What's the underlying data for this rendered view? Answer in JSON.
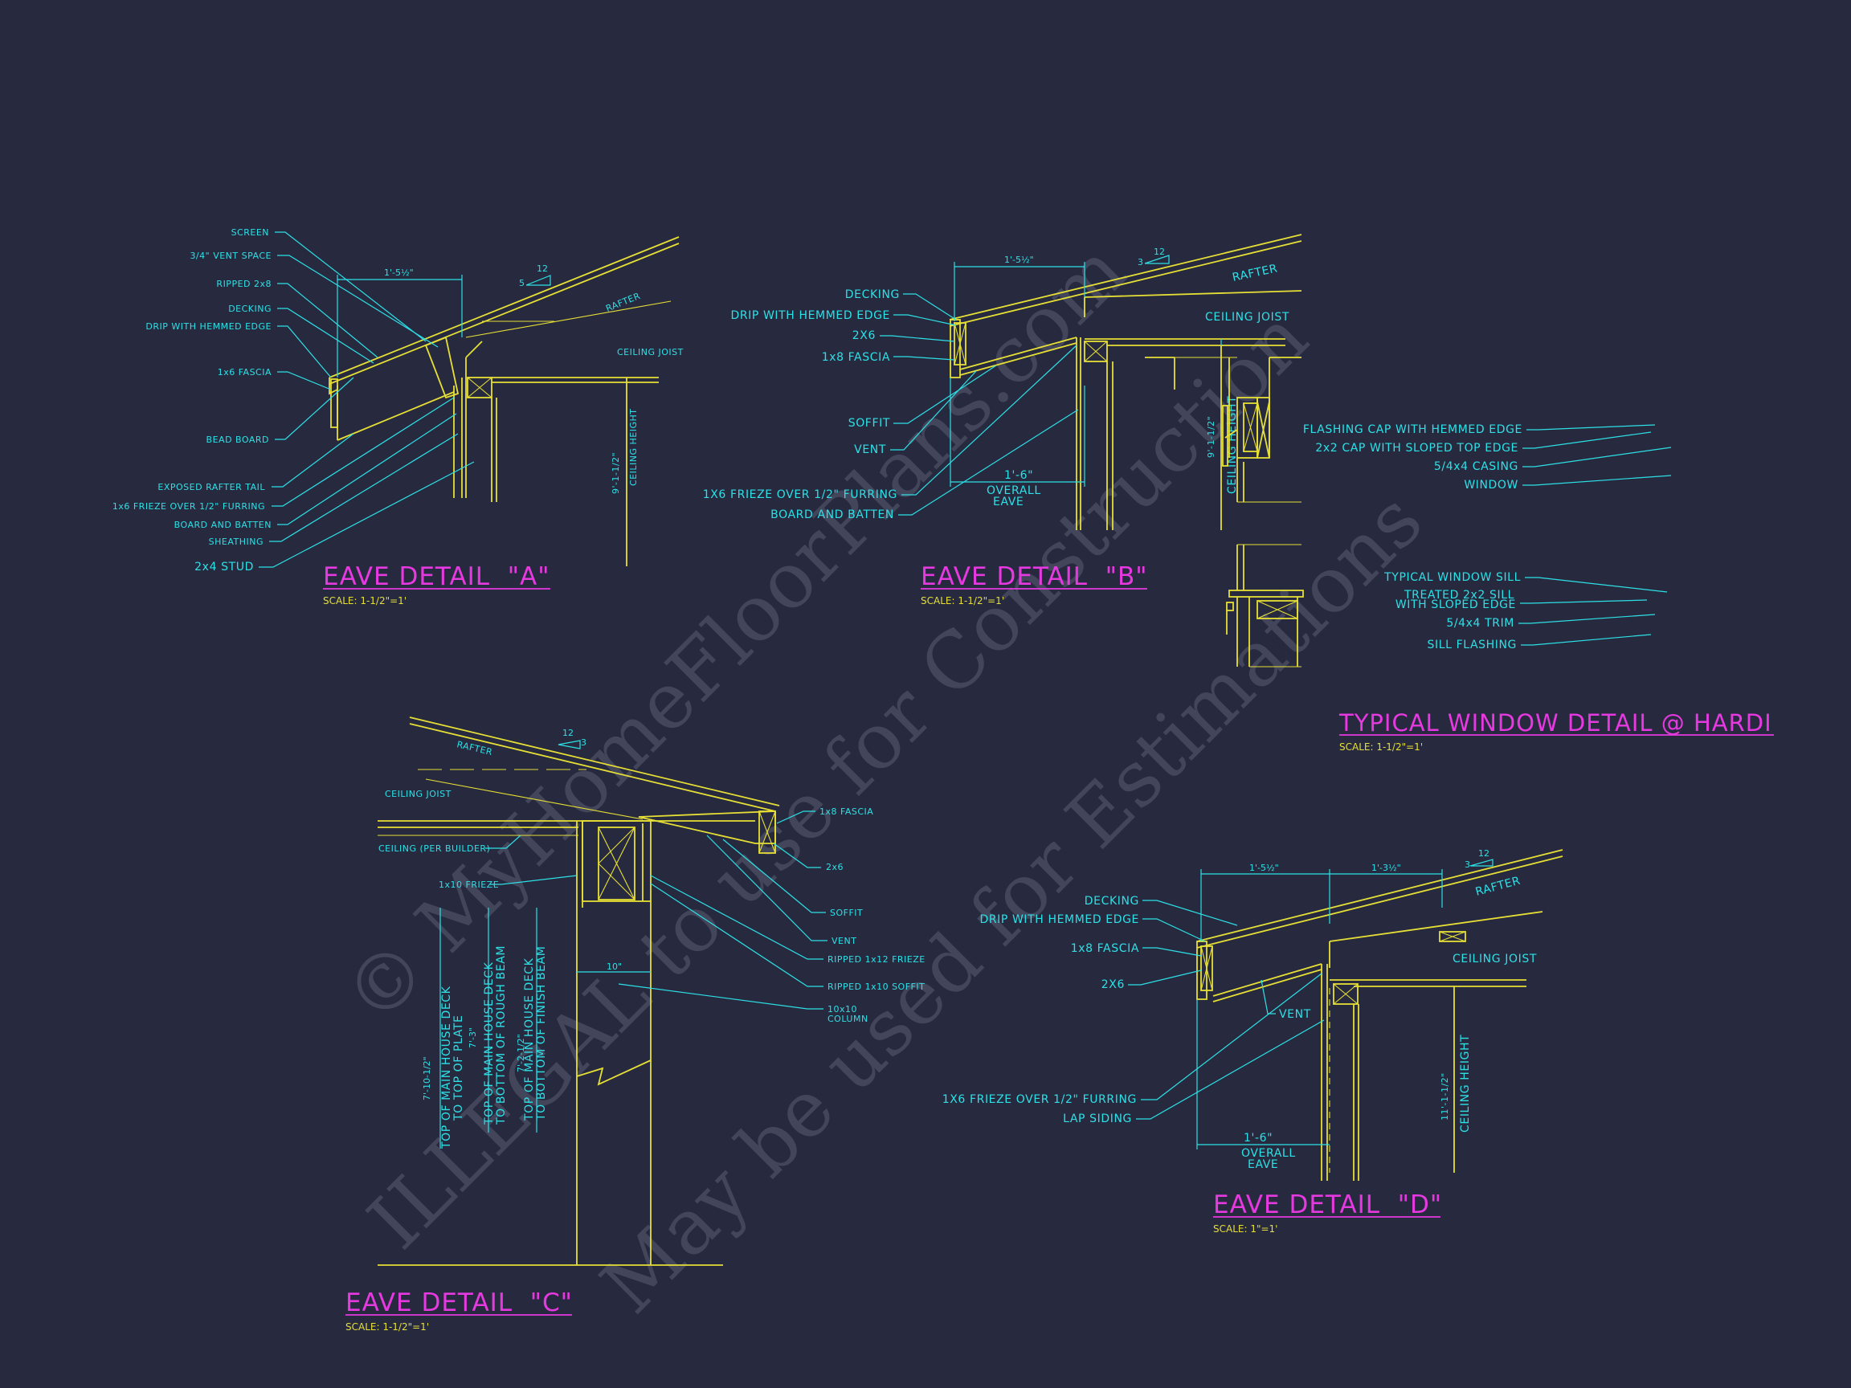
{
  "watermark": {
    "line1": "© MyHomeFloorPlans.com",
    "line2": "ILLEGAL to use for Construction",
    "line3": "May be used for Estimations"
  },
  "detail_a": {
    "title": "EAVE DETAIL  \"A\"",
    "scale": "SCALE: 1-1/2\"=1'",
    "labels": [
      "SCREEN",
      "3/4\" VENT SPACE",
      "RIPPED 2x8",
      "DECKING",
      "DRIP WITH HEMMED EDGE",
      "1x6 FASCIA",
      "BEAD BOARD",
      "EXPOSED RAFTER TAIL",
      "1x6 FRIEZE OVER 1/2\" FURRING",
      "BOARD AND BATTEN",
      "SHEATHING",
      "2x4 STUD"
    ],
    "rafter": "RAFTER",
    "ceiling_joist": "CEILING JOIST",
    "ceiling_height_dim": "9'-1-1/2\"",
    "ceiling_height": "CEILING HEIGHT",
    "overhang_dim": "1'-5½\"",
    "pitch_rise": "5",
    "pitch_run": "12"
  },
  "detail_b": {
    "title": "EAVE DETAIL  \"B\"",
    "scale": "SCALE: 1-1/2\"=1'",
    "labels": [
      "DECKING",
      "DRIP WITH HEMMED EDGE",
      "2X6",
      "1x8 FASCIA",
      "SOFFIT",
      "VENT",
      "1X6 FRIEZE OVER 1/2\" FURRING",
      "BOARD AND BATTEN"
    ],
    "rafter": "RAFTER",
    "ceiling_joist": "CEILING JOIST",
    "ceiling_height_dim": "9'-1-1/2\"",
    "ceiling_height": "CEILING HEIGHT",
    "overhang_dim": "1'-5½\"",
    "overall_dim": "1'-6\"",
    "overall_label": "OVERALL",
    "eave_label": "EAVE",
    "pitch_rise": "3",
    "pitch_run": "12"
  },
  "detail_window": {
    "title": "TYPICAL WINDOW DETAIL @ HARDI",
    "scale": "SCALE: 1-1/2\"=1'",
    "head_labels": [
      "FLASHING CAP WITH HEMMED EDGE",
      "2x2 CAP WITH SLOPED TOP EDGE",
      "5/4x4 CASING",
      "WINDOW"
    ],
    "sill_labels": [
      "TYPICAL WINDOW SILL",
      "TREATED 2x2 SILL",
      "WITH SLOPED EDGE",
      "5/4x4 TRIM",
      "SILL FLASHING"
    ]
  },
  "detail_c": {
    "title": "EAVE DETAIL  \"C\"",
    "scale": "SCALE: 1-1/2\"=1'",
    "rafter": "RAFTER",
    "pitch_rise": "3",
    "pitch_run": "12",
    "left_labels": [
      "CEILING JOIST",
      "CEILING (PER BUILDER)",
      "1x10 FRIEZE"
    ],
    "right_labels": [
      "1x8 FASCIA",
      "2x6",
      "SOFFIT",
      "VENT",
      "RIPPED 1x12 FRIEZE",
      "RIPPED 1x10 SOFFIT",
      "10x10",
      "COLUMN"
    ],
    "column_dim": "10\"",
    "vdims": [
      {
        "dim": "7'-10-1/2\"",
        "line1": "TOP OF MAIN HOUSE DECK",
        "line2": "TO TOP OF PLATE"
      },
      {
        "dim": "7'-3\"",
        "line1": "TOP OF MAIN HOUSE DECK",
        "line2": "TO BOTTOM OF ROUGH BEAM"
      },
      {
        "dim": "7'-2-1/2\"",
        "line1": "TOP OF MAIN HOUSE DECK",
        "line2": "TO BOTTOM OF FINISH BEAM"
      }
    ]
  },
  "detail_d": {
    "title": "EAVE DETAIL  \"D\"",
    "scale": "SCALE: 1\"=1'",
    "labels": [
      "DECKING",
      "DRIP WITH HEMMED EDGE",
      "1x8 FASCIA",
      "2X6",
      "VENT",
      "1X6 FRIEZE OVER 1/2\" FURRING",
      "LAP SIDING"
    ],
    "rafter": "RAFTER",
    "ceiling_joist": "CEILING JOIST",
    "ceiling_height_dim": "11'-1-1/2\"",
    "ceiling_height": "CEILING HEIGHT",
    "dim1": "1'-5½\"",
    "dim2": "1'-3½\"",
    "overall_dim": "1'-6\"",
    "overall_label": "OVERALL",
    "eave_label": "EAVE",
    "pitch_rise": "3",
    "pitch_run": "12"
  }
}
